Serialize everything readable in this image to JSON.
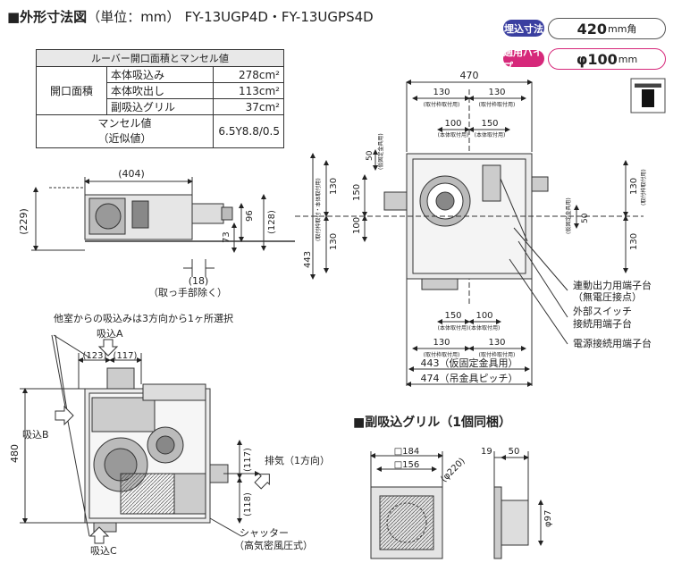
{
  "title": {
    "main": "■外形寸法図",
    "unit": "（単位：mm）",
    "models": "FY-13UGP4D・FY-13UGPS4D"
  },
  "badges": {
    "embed_label": "埋込寸法",
    "embed_value": "420",
    "embed_unit": "mm角",
    "pipe_label": "適用パイプ",
    "pipe_value": "φ100",
    "pipe_unit": "mm",
    "embed_color": "#3a3fa0",
    "pipe_color": "#d6287a"
  },
  "spec_table": {
    "header": "ルーバー開口面積とマンセル値",
    "group_label": "開口面積",
    "rows": [
      {
        "name": "本体吸込み",
        "value": "278cm²"
      },
      {
        "name": "本体吹出し",
        "value": "113cm²"
      },
      {
        "name": "副吸込グリル",
        "value": "37cm²"
      }
    ],
    "munsell_label_1": "マンセル値",
    "munsell_label_2": "（近似値）",
    "munsell_value": "6.5Y8.8/0.5"
  },
  "side_view": {
    "dim_width": "(404)",
    "dim_height": "(229)",
    "dim_96": "96",
    "dim_73": "73",
    "dim_128": "(128)",
    "dim_18": "(18)",
    "note": "（取っ手部除く）"
  },
  "front_view": {
    "dim_470": "470",
    "dim_130a": "130",
    "dim_130b": "130",
    "fix_note": "(取付枠取付用)",
    "dim_100": "100",
    "dim_150": "150",
    "body_note": "(本体取付用)",
    "dim_443": "443",
    "left_note": "(取付枠取付・本体取付用)",
    "r130a": "130",
    "r130b": "130",
    "r_fix_note": "(取付枠取付用)",
    "r50": "50",
    "r50_note": "(仮固定金具用)",
    "bottom_150": "150",
    "bottom_100": "100",
    "bottom_130a": "130",
    "bottom_130b": "130",
    "dim_443b": "443（仮固定金具用）",
    "dim_474": "474（吊金具ピッチ）"
  },
  "callouts": {
    "terminal1_a": "連動出力用端子台",
    "terminal1_b": "（無電圧接点）",
    "switch_a": "外部スイッチ",
    "switch_b": "接続用端子台",
    "power": "電源接続用端子台"
  },
  "plan_view": {
    "note": "他室からの吸込みは3方向から1ヶ所選択",
    "suction_a": "吸込A",
    "suction_b": "吸込B",
    "suction_c": "吸込C",
    "dim_123": "(123)",
    "dim_117": "(117)",
    "dim_480": "480",
    "dim_117v": "(117)",
    "dim_118": "(118)",
    "exhaust": "排気（1方向）",
    "shutter_a": "シャッター",
    "shutter_b": "（高気密風圧式）"
  },
  "sub_grille": {
    "title": "■副吸込グリル（1個同梱）",
    "dim_184": "□184",
    "dim_156": "□156",
    "dim_220": "(φ220)",
    "dim_19": "19",
    "dim_50": "50",
    "dim_97": "φ97"
  }
}
